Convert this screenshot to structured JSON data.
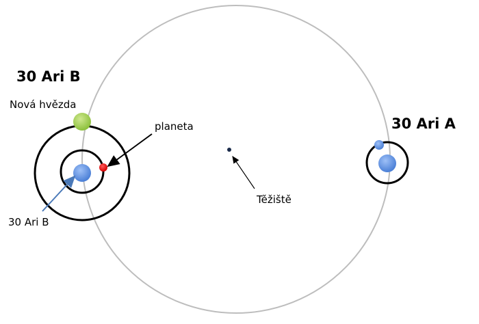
{
  "labels": {
    "system_b_title": "30 Ari B",
    "system_a_title": "30 Ari A",
    "new_star": "Nová hvězda",
    "planet": "planeta",
    "barycenter": "Těžiště",
    "star_b": "30 Ari B"
  },
  "colors": {
    "barycentric_orbit": "#bdbdbd",
    "orbits": "#000000",
    "star_blue": "#5b8fe0",
    "new_star_green": "#a6d155",
    "planet_red": "#e81313",
    "pointer_arrow_blue": "#4a79b8",
    "barycenter_dot": "#1a2a4a"
  }
}
